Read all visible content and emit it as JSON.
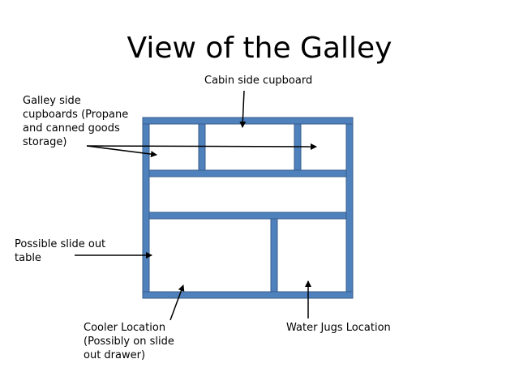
{
  "title": "View of the Galley",
  "labels": {
    "cabin_side": "Cabin side cupboard",
    "galley_side": "Galley side\ncupboards (Propane\nand canned goods\nstorage)",
    "slide_out_table": "Possible slide out\ntable",
    "cooler": "Cooler Location\n(Possibly on slide\nout drawer)",
    "water_jugs": "Water Jugs Location"
  },
  "colors": {
    "frame_fill": "#4f81bd",
    "frame_stroke": "#385d8a",
    "arrow": "#000000"
  }
}
